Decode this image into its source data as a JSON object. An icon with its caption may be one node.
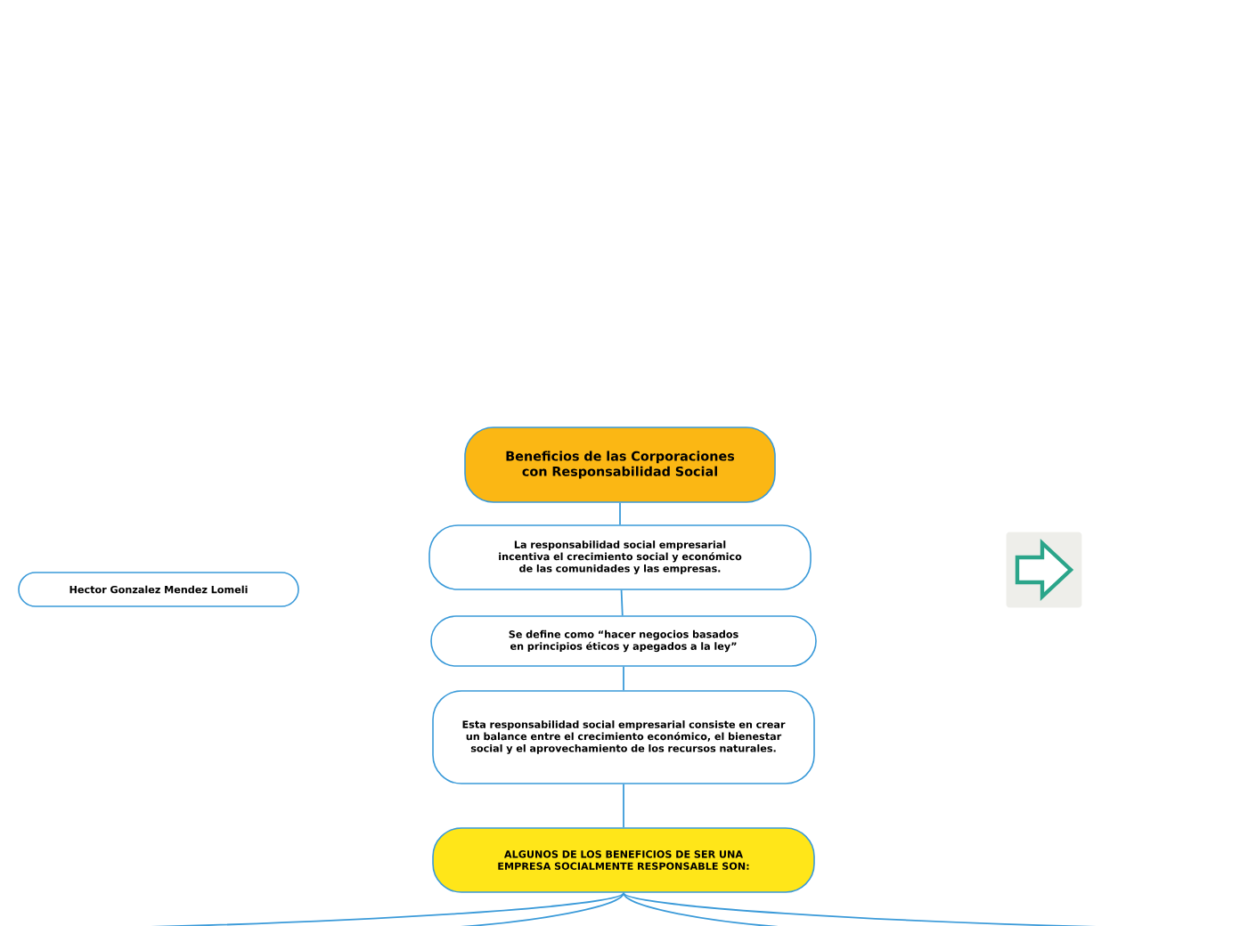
{
  "diagram": {
    "nodes": [
      {
        "text": [
          "Beneficios de las Corporaciones con Responsabilidad Social"
        ]
      },
      {
        "text": [
          "La responsabilidad social empresarial incentiva el crecimiento social y económico de las comunidades y las empresas."
        ]
      },
      {
        "text": [
          "Se define como “hacer negocios basados en principios éticos y apegados a la ley”"
        ]
      },
      {
        "text": [
          "Esta responsabilidad social empresarial consiste en crear un balance entre el crecimiento económico, el bienestar social y el aprovechamiento de los recursos naturales."
        ]
      },
      {
        "text": [
          "ALGUNOS DE LOS BENEFICIOS DE SER UNA EMPRESA SOCIALMENTE RESPONSABLE SON:"
        ]
      },
      {
        "text": [
          "Hector Gonzalez Mendez Lomeli"
        ]
      }
    ],
    "edges": [
      {
        "from": 0,
        "to": 1,
        "arrow": "none"
      },
      {
        "from": 1,
        "to": 2,
        "arrow": "none"
      },
      {
        "from": 2,
        "to": 3,
        "arrow": "none"
      },
      {
        "from": 3,
        "to": 4,
        "arrow": "none"
      },
      {
        "from": 4,
        "to": null,
        "arrow": "none"
      },
      {
        "from": 4,
        "to": null,
        "arrow": "none"
      },
      {
        "from": 4,
        "to": null,
        "arrow": "none"
      },
      {
        "from": 4,
        "to": null,
        "arrow": "none"
      }
    ]
  }
}
